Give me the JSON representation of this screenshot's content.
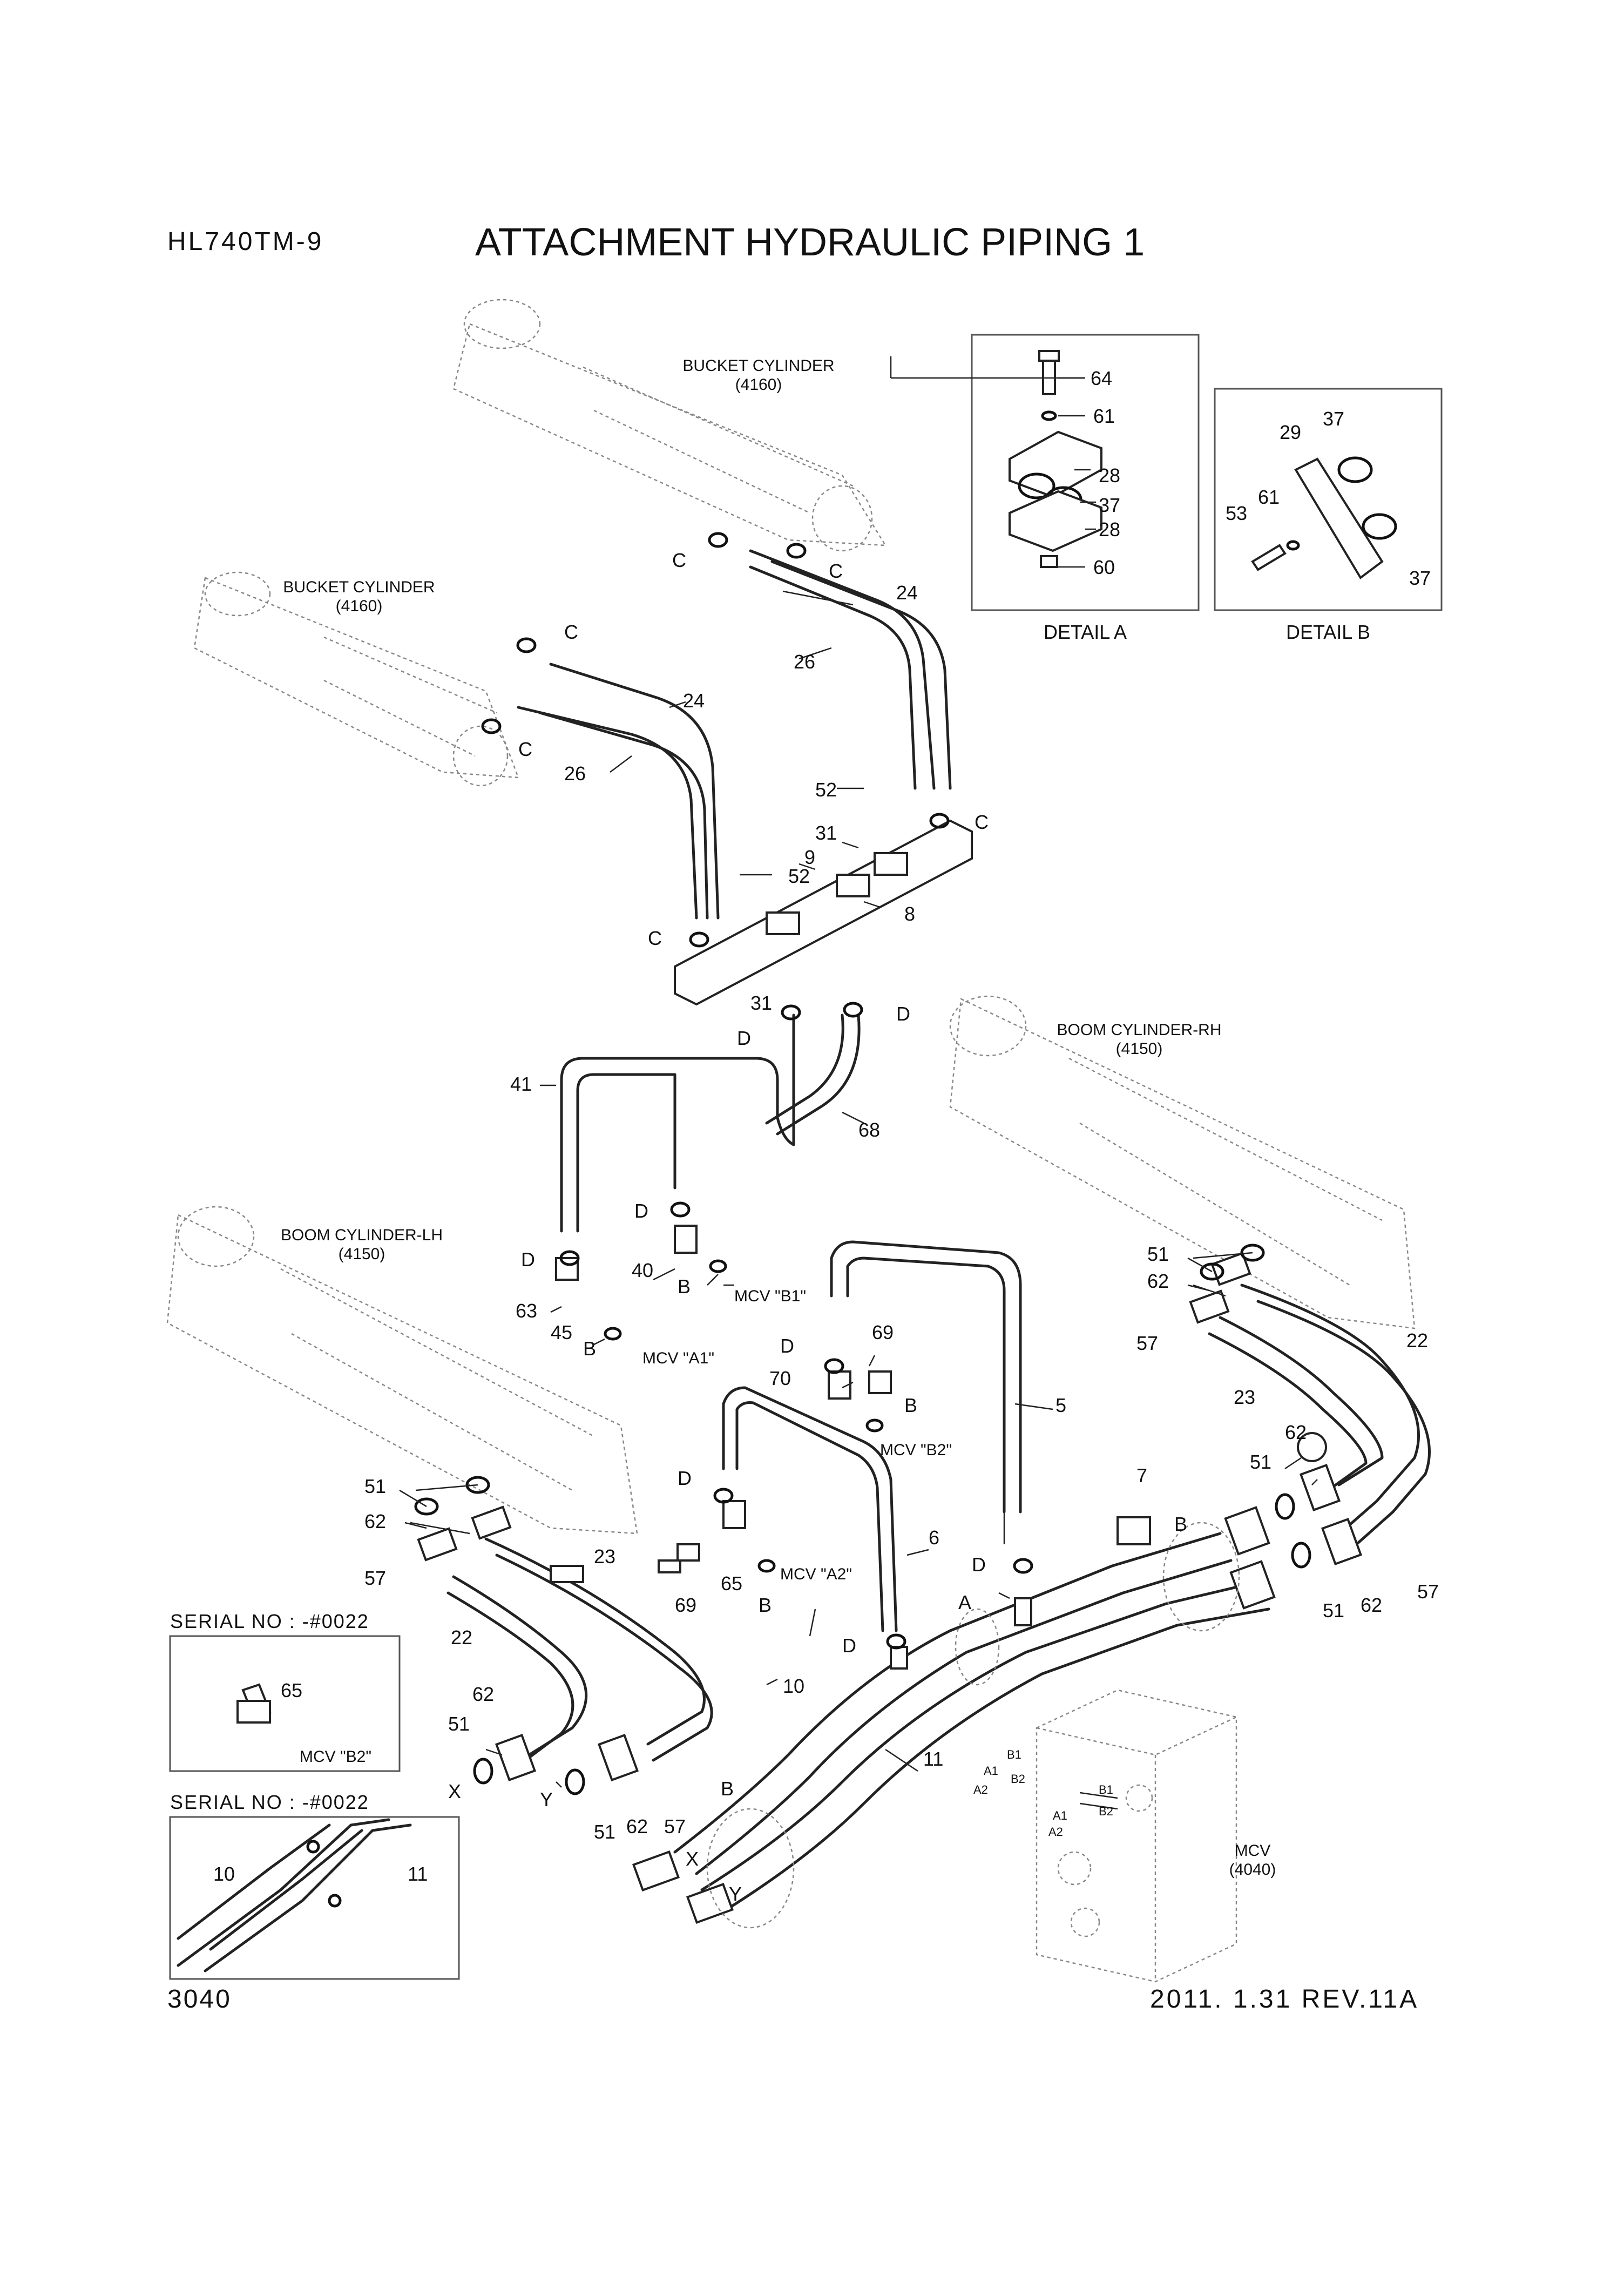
{
  "header": {
    "model": "HL740TM-9",
    "title": "ATTACHMENT HYDRAULIC PIPING 1"
  },
  "footer": {
    "page": "3040",
    "revision": "2011. 1.31  REV.11A"
  },
  "components": {
    "bucket_cyl_upper": {
      "name": "BUCKET CYLINDER",
      "code": "(4160)"
    },
    "bucket_cyl_lower": {
      "name": "BUCKET CYLINDER",
      "code": "(4160)"
    },
    "boom_cyl_rh": {
      "name": "BOOM CYLINDER-RH",
      "code": "(4150)"
    },
    "boom_cyl_lh": {
      "name": "BOOM CYLINDER-LH",
      "code": "(4150)"
    },
    "mcv": {
      "name": "MCV",
      "code": "(4040)"
    }
  },
  "details": {
    "a": {
      "caption": "DETAIL A",
      "callouts": [
        "64",
        "61",
        "28",
        "37",
        "28",
        "60"
      ]
    },
    "b": {
      "caption": "DETAIL B",
      "callouts": [
        "29",
        "37",
        "53",
        "61",
        "37"
      ]
    }
  },
  "serial_boxes": [
    {
      "label": "SERIAL NO : -#0022",
      "callouts": [
        "65"
      ],
      "ports": [
        "MCV \"B2\""
      ]
    },
    {
      "label": "SERIAL NO : -#0022",
      "callouts": [
        "10",
        "11"
      ]
    }
  ],
  "mcv_ports": [
    "B1",
    "A1",
    "B2",
    "A2",
    "B1",
    "A1",
    "B2",
    "A2"
  ],
  "callouts": {
    "c1": "C",
    "c2": "C",
    "c3": "C",
    "c4": "C",
    "c5": "C",
    "c6": "C",
    "p24a": "24",
    "p26a": "26",
    "p24b": "24",
    "p26b": "26",
    "p52a": "52",
    "p52b": "52",
    "p31a": "31",
    "p31b": "31",
    "p9": "9",
    "p8": "8",
    "d1": "D",
    "d2": "D",
    "d3": "D",
    "d4": "D",
    "d5": "D",
    "d6": "D",
    "d7": "D",
    "d8": "D",
    "p41": "41",
    "p68": "68",
    "p40": "40",
    "p63": "63",
    "p45": "45",
    "b1": "B",
    "b2": "B",
    "b3": "B",
    "b4": "B",
    "b5": "B",
    "b6": "B",
    "mcvB1": "MCV \"B1\"",
    "mcvA1": "MCV \"A1\"",
    "mcvB2": "MCV \"B2\"",
    "mcvA2": "MCV \"A2\"",
    "p69a": "69",
    "p70": "70",
    "p5": "5",
    "p6": "6",
    "p65": "65",
    "p69b": "69",
    "p7": "7",
    "p51a": "51",
    "p62a": "62",
    "p57a": "57",
    "p22a": "22",
    "p23a": "23",
    "p62b": "62",
    "p51b": "51",
    "p51c": "51",
    "p62c": "62",
    "p57b": "57",
    "p51d": "51",
    "p62d": "62",
    "p57c": "57",
    "p23b": "23",
    "p22b": "22",
    "p62e": "62",
    "p51e": "51",
    "p51f": "51",
    "p62f": "62",
    "p57d": "57",
    "pA": "A",
    "p10": "10",
    "p11": "11",
    "x1": "X",
    "y1": "Y",
    "x2": "X",
    "y2": "Y"
  }
}
